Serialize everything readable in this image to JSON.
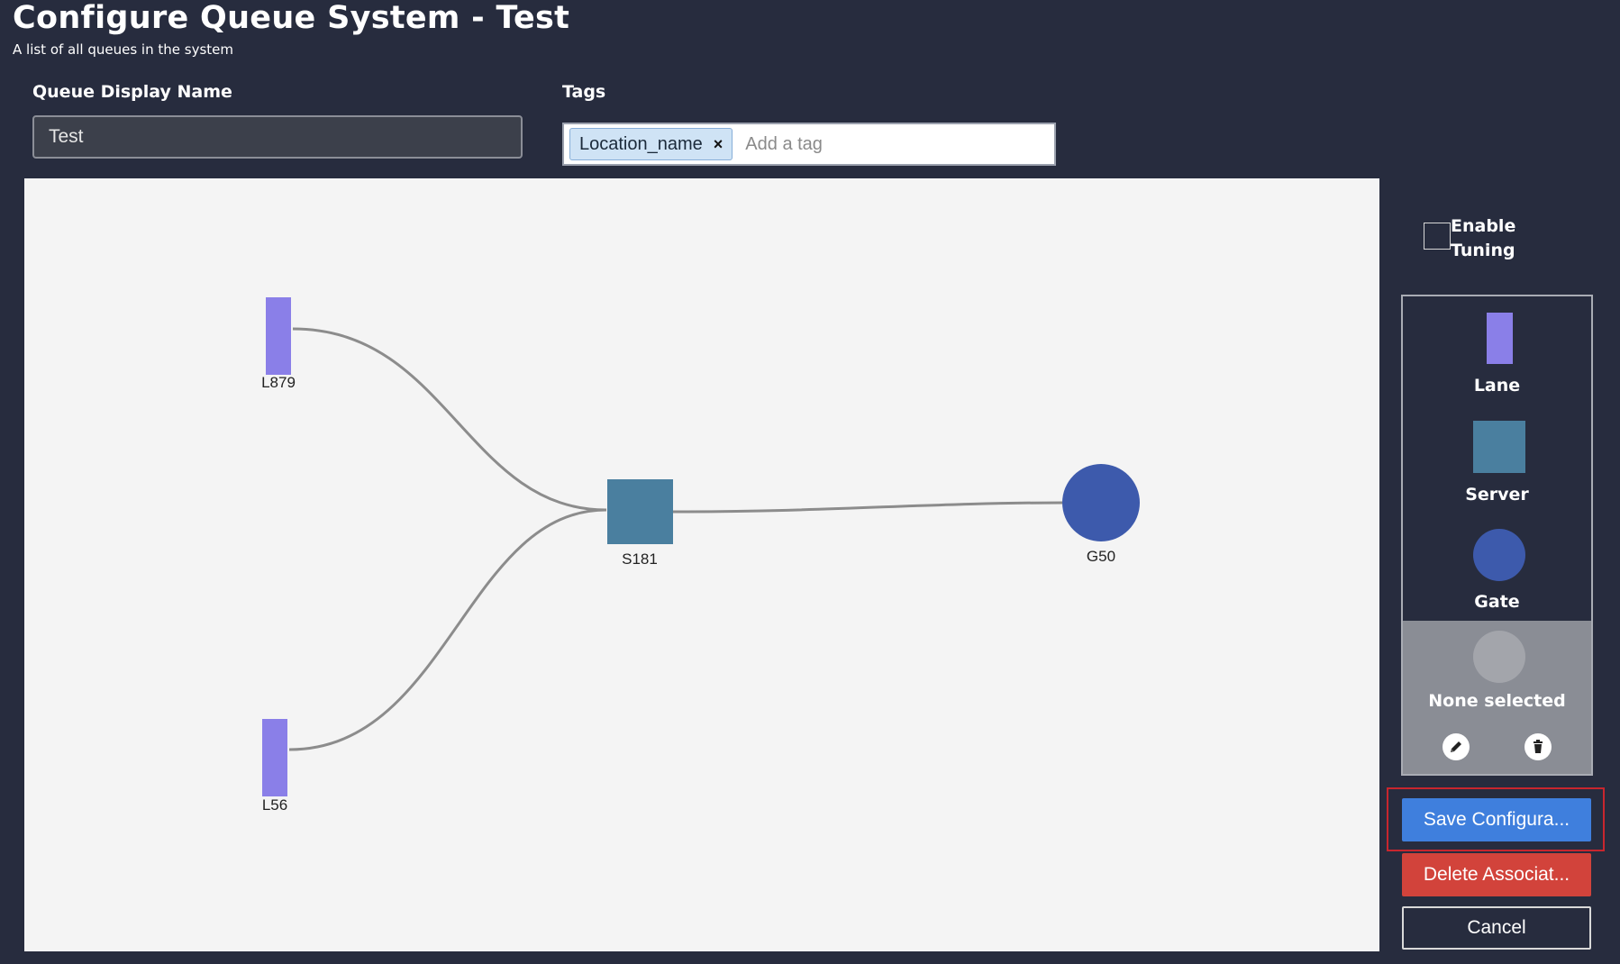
{
  "header": {
    "title": "Configure Queue System - Test",
    "subtitle": "A list of all queues in the system"
  },
  "form": {
    "name_label": "Queue Display Name",
    "name_value": "Test",
    "tags_label": "Tags",
    "tags": [
      "Location_name"
    ],
    "tag_remove_glyph": "×",
    "tag_placeholder": "Add a tag"
  },
  "graph": {
    "nodes": [
      {
        "id": "L879",
        "type": "lane",
        "label": "L879"
      },
      {
        "id": "L56",
        "type": "lane",
        "label": "L56"
      },
      {
        "id": "S181",
        "type": "server",
        "label": "S181"
      },
      {
        "id": "G50",
        "type": "gate",
        "label": "G50"
      }
    ],
    "edges": [
      {
        "from": "L879",
        "to": "S181"
      },
      {
        "from": "L56",
        "to": "S181"
      },
      {
        "from": "S181",
        "to": "G50"
      }
    ]
  },
  "tuning": {
    "label": "Enable Tuning",
    "checked": false
  },
  "palette": {
    "lane_label": "Lane",
    "server_label": "Server",
    "gate_label": "Gate",
    "selection_label": "None selected"
  },
  "icons": {
    "edit": "pencil-icon",
    "delete": "trash-icon"
  },
  "buttons": {
    "save": "Save Configura...",
    "delete": "Delete Associat...",
    "cancel": "Cancel"
  },
  "colors": {
    "background": "#272c3e",
    "canvas": "#f4f4f4",
    "lane": "#8a7fe8",
    "server": "#4a7f9f",
    "gate": "#3d5aac",
    "edge": "#8c8c8c",
    "save": "#3f7fdd",
    "delete": "#d2433b",
    "highlight": "#c8262e"
  }
}
